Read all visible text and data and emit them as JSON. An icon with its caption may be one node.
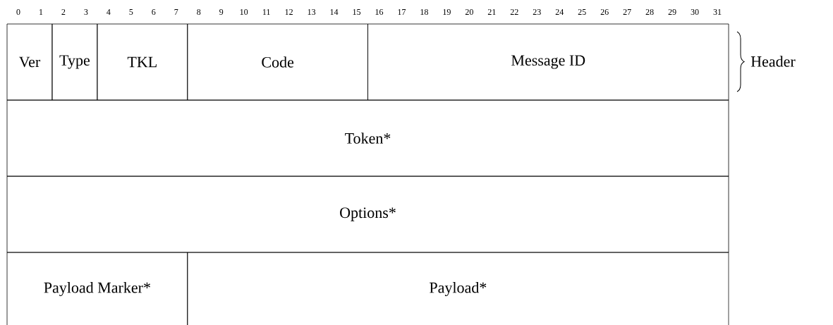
{
  "diagram": {
    "nodes": [
      {
        "text": [
          "Ver"
        ]
      },
      {
        "text": [
          "Type"
        ]
      },
      {
        "text": [
          "TKL"
        ]
      },
      {
        "text": [
          "Code"
        ]
      },
      {
        "text": [
          "Message ID"
        ]
      },
      {
        "text": [
          "Token*"
        ]
      },
      {
        "text": [
          "Options*"
        ]
      },
      {
        "text": [
          "Payload Marker*"
        ]
      },
      {
        "text": [
          "Payload*"
        ]
      }
    ],
    "labels": [
      "0",
      "1",
      "2",
      "3",
      "4",
      "5",
      "6",
      "7",
      "8",
      "9",
      "10",
      "11",
      "12",
      "13",
      "14",
      "15",
      "16",
      "17",
      "18",
      "19",
      "20",
      "21",
      "22",
      "23",
      "24",
      "25",
      "26",
      "27",
      "28",
      "29",
      "30",
      "31",
      "Header"
    ]
  }
}
